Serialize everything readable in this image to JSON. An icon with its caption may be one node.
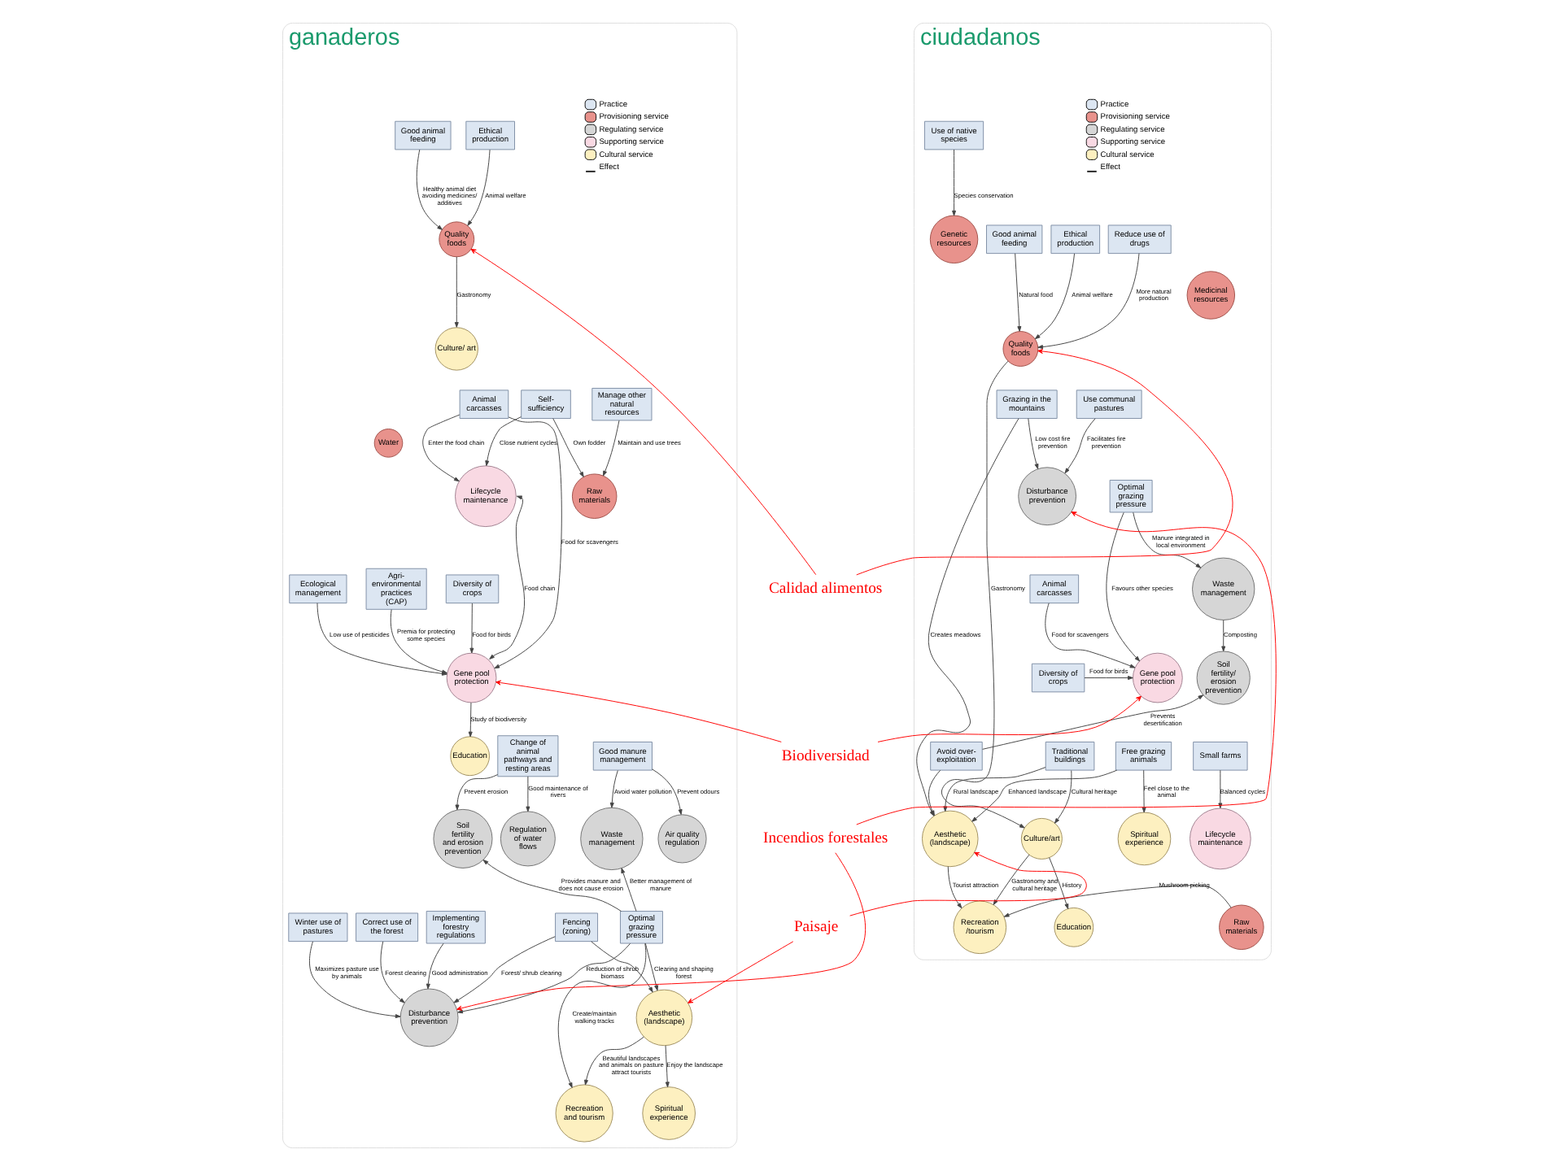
{
  "diagram": {
    "nodes": [
      {
        "text": [
          "ganaderos"
        ]
      },
      {
        "text": [
          "Ethical production"
        ],
        "in": 0
      },
      {
        "text": [
          "Quality foods"
        ],
        "in": 0
      },
      {
        "text": [
          "Good animal feeding"
        ],
        "in": 0
      },
      {
        "text": [
          "Culture/ art"
        ],
        "in": 0
      },
      {
        "text": [
          "Self-sufficiency"
        ],
        "in": 0
      },
      {
        "text": [
          "Raw materials"
        ],
        "in": 0
      },
      {
        "text": [
          "Manage other natural resources"
        ],
        "in": 0
      },
      {
        "text": [
          "Lifecycle maintenance"
        ],
        "in": 0
      },
      {
        "text": [
          "Animal carcasses"
        ],
        "in": 0
      },
      {
        "text": [
          "Ecological management"
        ],
        "in": 0
      },
      {
        "text": [
          "Water"
        ],
        "in": 0
      },
      {
        "text": [
          "Gene pool protection"
        ],
        "in": 0
      },
      {
        "text": [
          "Diversity of crops"
        ],
        "in": 0
      },
      {
        "text": [
          "Agri-environmental practices (CAP)"
        ],
        "in": 0
      },
      {
        "text": [
          "Education"
        ],
        "in": 0
      },
      {
        "text": [
          "Change of animal pathways and resting areas"
        ],
        "in": 0
      },
      {
        "text": [
          "Regulation of water flows"
        ],
        "in": 0
      },
      {
        "text": [
          "Air quality regulation"
        ],
        "in": 0
      },
      {
        "text": [
          "Good manure management"
        ],
        "in": 0
      },
      {
        "text": [
          "Soil fertility and erosion prevention"
        ],
        "in": 0
      },
      {
        "text": [
          "Waste management"
        ],
        "in": 0
      },
      {
        "text": [
          "Winter use of pastures"
        ],
        "in": 0
      },
      {
        "text": [
          "Optimal grazing pressure"
        ],
        "in": 0
      },
      {
        "text": [
          "Implementing forestry regulations"
        ],
        "in": 0
      },
      {
        "text": [
          "Disturbance prevention"
        ],
        "in": 0
      },
      {
        "text": [
          "Fencing (zoning)"
        ],
        "in": 0
      },
      {
        "text": [
          "Correct use of the forest"
        ],
        "in": 0
      },
      {
        "text": [
          "Aesthetic (landscape)"
        ],
        "in": 0
      },
      {
        "text": [
          "Spiritual experience"
        ],
        "in": 0
      },
      {
        "text": [
          "Recreation and tourism"
        ],
        "in": 0
      },
      {
        "text": [
          "ciudadanos"
        ]
      },
      {
        "text": [
          "Use of native species"
        ],
        "in": 31
      },
      {
        "text": [
          "Genetic resources"
        ],
        "in": 31
      },
      {
        "text": [
          "Quality foods"
        ],
        "in": 31
      },
      {
        "text": [
          "Reduce use of drugs"
        ],
        "in": 31
      },
      {
        "text": [
          "Good animal feeding"
        ],
        "in": 31
      },
      {
        "text": [
          "Ethical production"
        ],
        "in": 31
      },
      {
        "text": [
          "Medicinal resources"
        ],
        "in": 31
      },
      {
        "text": [
          "Use communal pastures"
        ],
        "in": 31
      },
      {
        "text": [
          "Disturbance prevention"
        ],
        "in": 31
      },
      {
        "text": [
          "Grazing in the mountains"
        ],
        "in": 31
      },
      {
        "text": [
          "Optimal grazing pressure"
        ],
        "in": 31
      },
      {
        "text": [
          "Waste management"
        ],
        "in": 31
      },
      {
        "text": [
          "Soil fertility/ erosion prevention"
        ],
        "in": 31
      },
      {
        "text": [
          "Animal carcasses"
        ],
        "in": 31
      },
      {
        "text": [
          "Gene pool protection"
        ],
        "in": 31
      },
      {
        "text": [
          "Avoid over-exploitation"
        ],
        "in": 31
      },
      {
        "text": [
          "Diversity of crops"
        ],
        "in": 31
      },
      {
        "text": [
          "Traditional buildings"
        ],
        "in": 31
      },
      {
        "text": [
          "Aesthetic (landscape)"
        ],
        "in": 31
      },
      {
        "text": [
          "Small farms"
        ],
        "in": 31
      },
      {
        "text": [
          "Free grazing animals"
        ],
        "in": 31
      },
      {
        "text": [
          "Lifecycle maintenance"
        ],
        "in": 31
      },
      {
        "text": [
          "Recreation /tourism"
        ],
        "in": 31
      },
      {
        "text": [
          "Culture/art"
        ],
        "in": 31
      },
      {
        "text": [
          "Spiritual experience"
        ],
        "in": 31
      },
      {
        "text": [
          "Education"
        ],
        "in": 31
      },
      {
        "text": [
          "Raw materials"
        ],
        "in": 31
      },
      {
        "text": [
          "Calidad alimentos"
        ]
      },
      {
        "text": [
          "Biodiversidad"
        ]
      },
      {
        "text": [
          "Incendios forestales"
        ]
      },
      {
        "text": [
          "Paisaje"
        ]
      }
    ],
    "edges": [
      {
        "from": 1,
        "to": 2,
        "arrow": "to",
        "label": "Animal welfare"
      },
      {
        "from": 3,
        "to": 2,
        "arrow": "to",
        "label": "Healthy animal diet avoiding medicines/ additives"
      },
      {
        "from": 2,
        "to": 4,
        "arrow": "to",
        "label": "Gastronomy"
      },
      {
        "from": 5,
        "to": 6,
        "arrow": "to",
        "label": "Own fodder"
      },
      {
        "from": 7,
        "to": 6,
        "arrow": "to",
        "label": "Maintain and use trees"
      },
      {
        "from": 5,
        "to": 8,
        "arrow": "to",
        "label": "Close nutrient cycles"
      },
      {
        "from": 9,
        "to": 8,
        "arrow": "to",
        "label": "Enter the food chain"
      },
      {
        "from": 8,
        "to": 12,
        "arrow": "both",
        "label": "Food chain"
      },
      {
        "from": 9,
        "to": 12,
        "arrow": "to",
        "label": "Food for scavengers"
      },
      {
        "from": 10,
        "to": 12,
        "arrow": "to",
        "label": "Low use of pesticides"
      },
      {
        "from": 13,
        "to": 12,
        "arrow": "to",
        "label": "Food for birds"
      },
      {
        "from": 14,
        "to": 12,
        "arrow": "to",
        "label": "Premia for protecting some species"
      },
      {
        "from": 12,
        "to": 15,
        "arrow": "to",
        "label": "Study of biodiversity"
      },
      {
        "from": 16,
        "to": 17,
        "arrow": "to",
        "label": "Good maintenance of rivers"
      },
      {
        "from": 16,
        "to": 20,
        "arrow": "to",
        "label": "Prevent erosion"
      },
      {
        "from": 19,
        "to": 18,
        "arrow": "to",
        "label": "Prevent odours"
      },
      {
        "from": 19,
        "to": 21,
        "arrow": "to",
        "label": "Avoid water pollution"
      },
      {
        "from": 23,
        "to": 21,
        "arrow": "to",
        "label": "Better management of manure"
      },
      {
        "from": 23,
        "to": 20,
        "arrow": "to",
        "label": "Provides manure and does not cause erosion"
      },
      {
        "from": 22,
        "to": 25,
        "arrow": "to",
        "label": "Maximizes pasture use by animals"
      },
      {
        "from": 24,
        "to": 25,
        "arrow": "to",
        "label": "Good administration"
      },
      {
        "from": 23,
        "to": 25,
        "arrow": "to",
        "label": "Reduction of shrub biomass"
      },
      {
        "from": 26,
        "to": 25,
        "arrow": "to",
        "label": "Forest/ shrub clearing"
      },
      {
        "from": 26,
        "to": 28,
        "arrow": "to"
      },
      {
        "from": 27,
        "to": 25,
        "arrow": "to",
        "label": "Forest clearing"
      },
      {
        "from": 23,
        "to": 28,
        "arrow": "to",
        "label": "Clearing and shaping forest"
      },
      {
        "from": 23,
        "to": 30,
        "arrow": "to",
        "label": "Create/maintain walking tracks"
      },
      {
        "from": 28,
        "to": 29,
        "arrow": "to",
        "label": "Enjoy the landscape"
      },
      {
        "from": 28,
        "to": 30,
        "arrow": "to",
        "label": "Beautiful landscapes and animals on pasture attract tourists"
      },
      {
        "from": 32,
        "to": 33,
        "arrow": "to",
        "label": "Species conservation"
      },
      {
        "from": 35,
        "to": 34,
        "arrow": "to",
        "label": "More natural production"
      },
      {
        "from": 36,
        "to": 34,
        "arrow": "to",
        "label": "Natural food"
      },
      {
        "from": 37,
        "to": 34,
        "arrow": "to",
        "label": "Animal welfare"
      },
      {
        "from": 39,
        "to": 40,
        "arrow": "to",
        "label": "Facilitates fire prevention"
      },
      {
        "from": 41,
        "to": 40,
        "arrow": "to",
        "label": "Low cost fire prevention"
      },
      {
        "from": 42,
        "to": 43,
        "arrow": "to",
        "label": "Manure integrated in local environment"
      },
      {
        "from": 42,
        "to": 46,
        "arrow": "to",
        "label": "Favours other species"
      },
      {
        "from": 43,
        "to": 44,
        "arrow": "to",
        "label": "Composting"
      },
      {
        "from": 45,
        "to": 46,
        "arrow": "to",
        "label": "Food for scavengers"
      },
      {
        "from": 48,
        "to": 46,
        "arrow": "to",
        "label": "Food for birds"
      },
      {
        "from": 47,
        "to": 44,
        "arrow": "to",
        "label": "Prevents desertification"
      },
      {
        "from": 47,
        "to": 50,
        "arrow": "to"
      },
      {
        "from": 41,
        "to": 50,
        "arrow": "to",
        "label": "Creates meadows"
      },
      {
        "from": 49,
        "to": 50,
        "arrow": "to",
        "label": "Rural landscape"
      },
      {
        "from": 52,
        "to": 50,
        "arrow": "to",
        "label": "Enhanced landscape"
      },
      {
        "from": 49,
        "to": 55,
        "arrow": "to",
        "label": "Cultural heritage"
      },
      {
        "from": 51,
        "to": 53,
        "arrow": "to",
        "label": "Balanced cycles"
      },
      {
        "from": 50,
        "to": 54,
        "arrow": "to",
        "label": "Tourist attraction"
      },
      {
        "from": 55,
        "to": 54,
        "arrow": "to",
        "label": "Gastronomy and cultural heritage"
      },
      {
        "from": 58,
        "to": 54,
        "arrow": "to",
        "label": "Mushroom picking"
      },
      {
        "from": 55,
        "to": 57,
        "arrow": "to",
        "label": "History"
      },
      {
        "from": 52,
        "to": 56,
        "arrow": "to",
        "label": "Feel close to the animal"
      },
      {
        "from": 34,
        "to": 55,
        "arrow": "to",
        "label": "Gastronomy"
      },
      {
        "from": 59,
        "to": 2,
        "arrow": "to",
        "color": "#ff0000"
      },
      {
        "from": 59,
        "to": 34,
        "arrow": "to",
        "color": "#ff0000"
      },
      {
        "from": 60,
        "to": 12,
        "arrow": "to",
        "color": "#ff0000"
      },
      {
        "from": 60,
        "to": 46,
        "arrow": "to",
        "color": "#ff0000"
      },
      {
        "from": 61,
        "to": 25,
        "arrow": "to",
        "color": "#ff0000"
      },
      {
        "from": 61,
        "to": 40,
        "arrow": "to",
        "color": "#ff0000"
      },
      {
        "from": 62,
        "to": 28,
        "arrow": "to",
        "color": "#ff0000"
      },
      {
        "from": 62,
        "to": 50,
        "arrow": "to",
        "color": "#ff0000"
      }
    ],
    "legend": [
      {
        "text": "Practice",
        "color": "#dce6f2"
      },
      {
        "text": "Provisioning service",
        "color": "#e8928c"
      },
      {
        "text": "Regulating service",
        "color": "#d6d6d6"
      },
      {
        "text": "Supporting service",
        "color": "#f9d9e3"
      },
      {
        "text": "Cultural service",
        "color": "#fdf0c0"
      },
      {
        "text": "Effect"
      },
      {
        "text": "Practice",
        "color": "#dce6f2"
      },
      {
        "text": "Provisioning service",
        "color": "#e8928c"
      },
      {
        "text": "Regulating service",
        "color": "#d6d6d6"
      },
      {
        "text": "Supporting service",
        "color": "#f9d9e3"
      },
      {
        "text": "Cultural service",
        "color": "#fdf0c0"
      },
      {
        "text": "Effect"
      }
    ]
  }
}
